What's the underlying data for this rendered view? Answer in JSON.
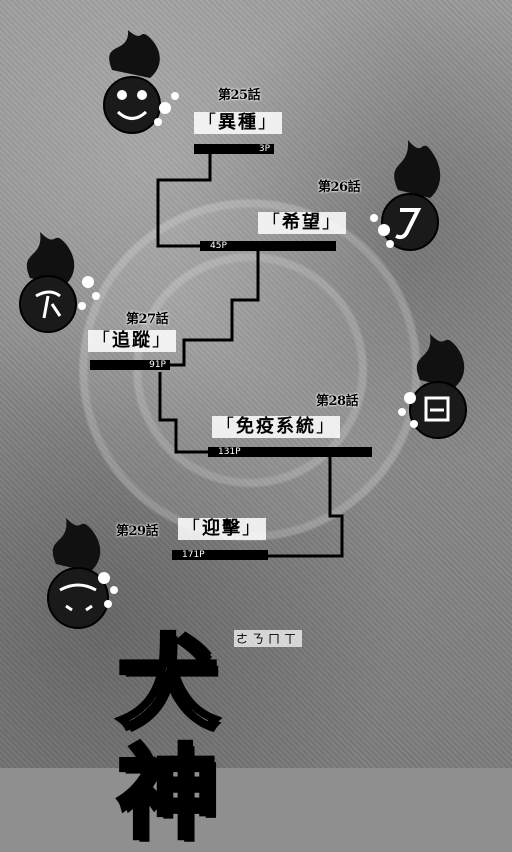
{
  "colors": {
    "background": "#8f8f8f",
    "ink": "#000000",
    "label_bg": "#ffffff"
  },
  "book_title": "犬神",
  "book_subtitle": "ㄜㄋㄇㄒ",
  "episodes": [
    {
      "number": "第25話",
      "title": "異種",
      "page": "3P",
      "icon": "orb-spirit-face-icon"
    },
    {
      "number": "第26話",
      "title": "希望",
      "page": "45P",
      "icon": "orb-spirit-glyph-icon"
    },
    {
      "number": "第27話",
      "title": "追蹤",
      "page": "91P",
      "icon": "orb-spirit-glyph-icon"
    },
    {
      "number": "第28話",
      "title": "免疫系統",
      "page": "131P",
      "icon": "orb-spirit-glyph-icon"
    },
    {
      "number": "第29話",
      "title": "迎擊",
      "page": "171P",
      "icon": "orb-spirit-face-icon"
    }
  ]
}
